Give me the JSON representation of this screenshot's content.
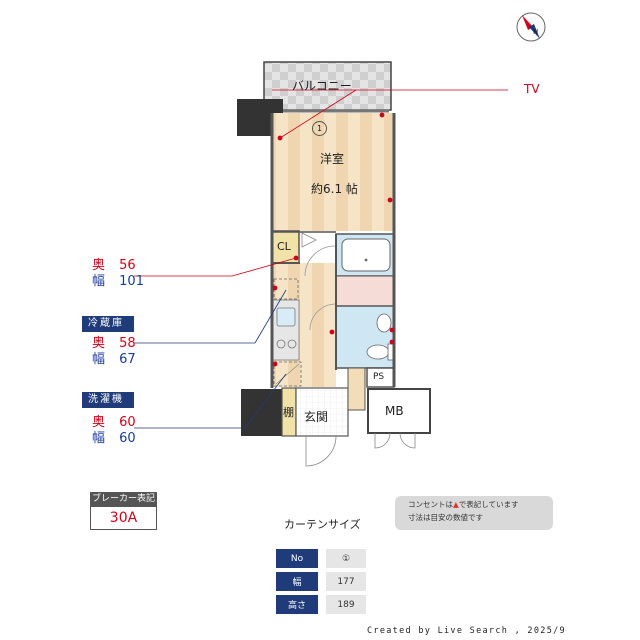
{
  "plan": {
    "balcony": "バルコニー",
    "tv_label": "TV",
    "curtain_marker": "1",
    "room_name": "洋室",
    "room_size": "約6.1 帖",
    "closet": "CL",
    "pipe_space": "PS",
    "shelf": "棚",
    "entrance": "玄関",
    "meter_box": "MB"
  },
  "closet_size": {
    "depth_label": "奥",
    "depth": "56",
    "width_label": "幅",
    "width": "101"
  },
  "fridge": {
    "title": "冷蔵庫",
    "depth_label": "奥",
    "depth": "58",
    "width_label": "幅",
    "width": "67"
  },
  "washer": {
    "title": "洗濯機",
    "depth_label": "奥",
    "depth": "60",
    "width_label": "幅",
    "width": "60"
  },
  "breaker": {
    "title": "ブレーカー表記",
    "value": "30A"
  },
  "note": {
    "line1_a": "コンセントは",
    "line1_icon": "▲",
    "line1_b": "で表記しています",
    "line2": "寸法は目安の数値です"
  },
  "curtain": {
    "title": "カーテンサイズ",
    "rows": [
      {
        "header": "No",
        "value": "①"
      },
      {
        "header": "幅",
        "value": "177"
      },
      {
        "header": "高さ",
        "value": "189"
      }
    ]
  },
  "credit": "Created by Live Search , 2025/9",
  "colors": {
    "navy": "#1f3b7a",
    "red": "#d0021b",
    "blue": "#1a3a9c",
    "wall": "#555555",
    "floor_wood": "#f3dcb8",
    "wet_area": "#cfe6f3",
    "shelf": "#f1e2a8"
  }
}
